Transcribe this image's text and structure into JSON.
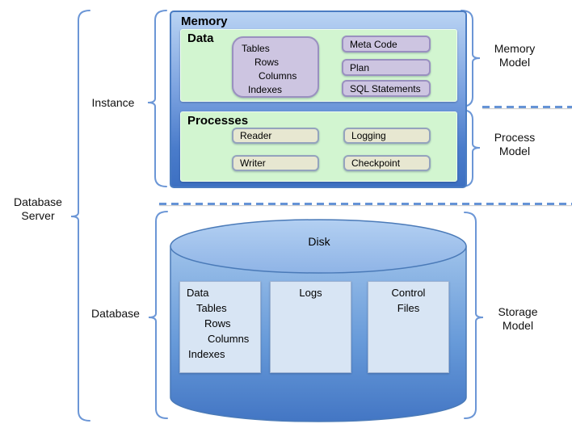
{
  "labels": {
    "database_server": {
      "line1": "Database",
      "line2": "Server"
    },
    "instance": "Instance",
    "database": "Database",
    "memory_model": {
      "line1": "Memory",
      "line2": "Model"
    },
    "process_model": {
      "line1": "Process",
      "line2": "Model"
    },
    "storage_model": {
      "line1": "Storage",
      "line2": "Model"
    }
  },
  "memory": {
    "title": "Memory",
    "data_group": {
      "title": "Data",
      "stack": [
        "Tables",
        "Rows",
        "Columns",
        "Indexes"
      ],
      "items": [
        "Meta Code",
        "Plan",
        "SQL Statements"
      ]
    },
    "process_group": {
      "title": "Processes",
      "items": [
        "Reader",
        "Logging",
        "Writer",
        "Checkpoint"
      ]
    }
  },
  "storage": {
    "disk_label": "Disk",
    "data_files": [
      "Data",
      "Tables",
      "Rows",
      "Columns",
      "Indexes"
    ],
    "logs_label": "Logs",
    "control_files": {
      "line1": "Control",
      "line2": "Files"
    }
  },
  "colors": {
    "box_blue_top": "#b9d3f3",
    "box_blue_bottom": "#3d70c2",
    "box_border_blue": "#4a7cc2",
    "green_fill": "#d2f5d0",
    "purple_fill": "#cdc5e1",
    "purple_border": "#9a90c0",
    "tan_fill": "#e7e7d1",
    "tan_border": "#94a3bd",
    "file_box_fill": "#d8e5f4",
    "brace_blue": "#6b96d6",
    "dash_blue": "#6593d6"
  }
}
